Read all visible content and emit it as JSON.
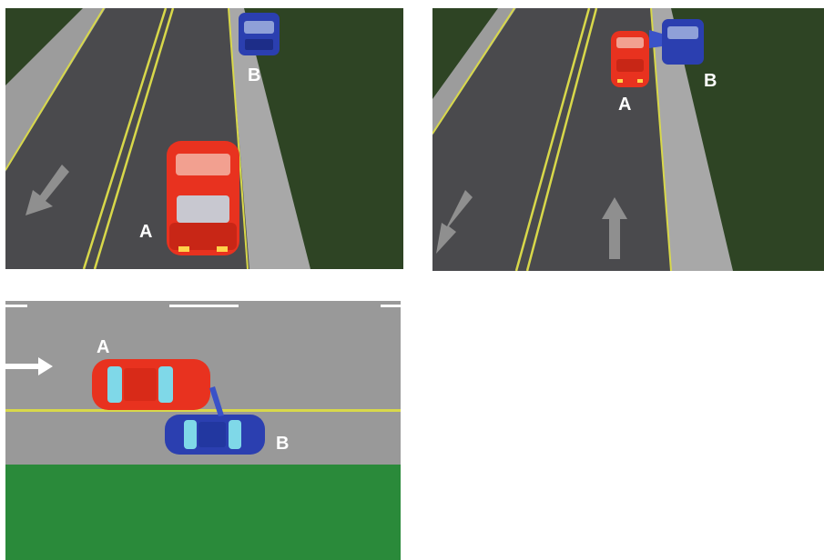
{
  "panels": [
    {
      "label_a": "A",
      "label_b": "B",
      "car_a_color": "#e8321f",
      "car_b_color": "#2b3fb0",
      "direction_arrows": [
        "arrow-down-left-icon"
      ]
    },
    {
      "label_a": "A",
      "label_b": "B",
      "car_a_color": "#e8321f",
      "car_b_color": "#2b3fb0",
      "direction_arrows": [
        "arrow-down-left-icon",
        "arrow-up-icon"
      ]
    },
    {
      "label_a": "A",
      "label_b": "B",
      "car_a_color": "#e8321f",
      "car_b_color": "#2b3fb0",
      "direction_arrows": [
        "arrow-right-icon"
      ]
    }
  ],
  "colors": {
    "grass_dark": "#2e4424",
    "grass_light": "#2a8a3a",
    "road": "#4a4a4d",
    "road_top_view": "#999999",
    "shoulder": "#a8a8a8",
    "yellow_line": "#d8d84a"
  }
}
